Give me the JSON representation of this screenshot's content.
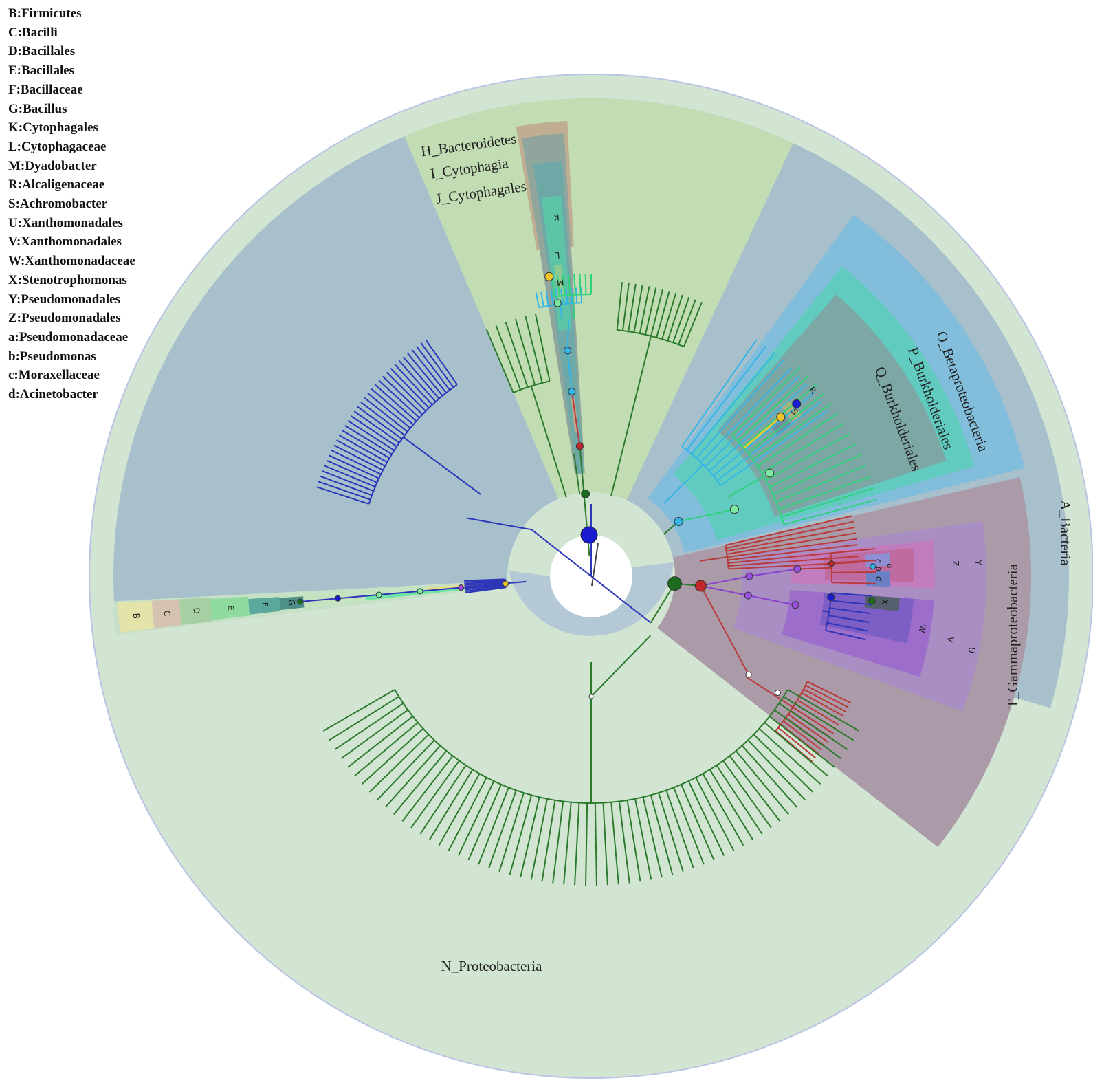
{
  "legend": [
    "B:Firmicutes",
    "C:Bacilli",
    "D:Bacillales",
    "E:Bacillales",
    "F:Bacillaceae",
    "G:Bacillus",
    "K:Cytophagales",
    "L:Cytophagaceae",
    "M:Dyadobacter",
    "R:Alcaligenaceae",
    "S:Achromobacter",
    "U:Xanthomonadales",
    "V:Xanthomonadales",
    "W:Xanthomonadaceae",
    "X:Stenotrophomonas",
    "Y:Pseudomonadales",
    "Z:Pseudomonadales",
    "a:Pseudomonadaceae",
    "b:Pseudomonas",
    "c:Moraxellaceae",
    "d:Acinetobacter"
  ],
  "clade_labels": {
    "A": "A_Bacteria",
    "H": "H_Bacteroidetes",
    "I": "I_Cytophagia",
    "J": "J_Cytophagales",
    "N": "N_Proteobacteria",
    "O": "O_Betaproteobacteria",
    "P": "P_Burkholderiales",
    "Q": "Q_Burkholderiales",
    "T": "T_Gammaproteobacteria"
  },
  "clade_letters": {
    "B": "B",
    "C": "C",
    "D": "D",
    "E": "E",
    "F": "F",
    "G": "G",
    "K": "K",
    "L": "L",
    "M": "M",
    "R": "R",
    "S": "S",
    "U": "U",
    "V": "V",
    "W": "W",
    "X": "X",
    "Y": "Y",
    "Z": "Z",
    "a": "a",
    "b": "b",
    "c": "c",
    "d": "d"
  }
}
